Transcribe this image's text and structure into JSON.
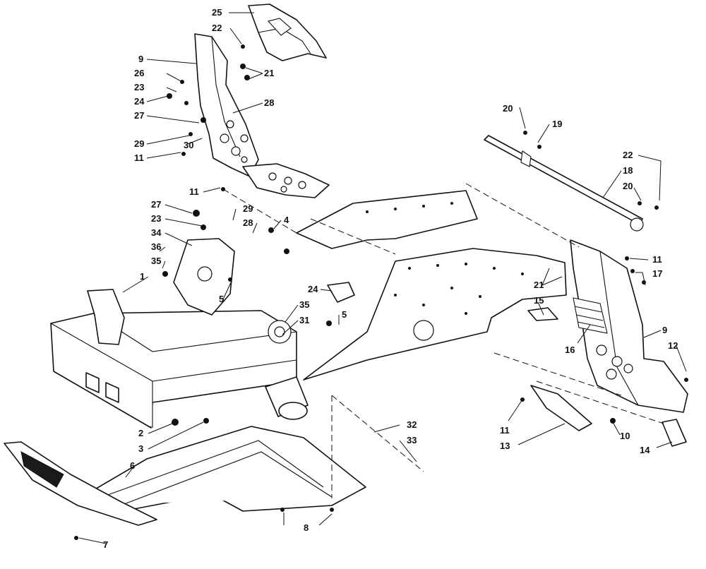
{
  "callouts": {
    "c1": "1",
    "c2": "2",
    "c3": "3",
    "c4": "4",
    "c5a": "5",
    "c5b": "5",
    "c6": "6",
    "c7": "7",
    "c8": "8",
    "c9a": "9",
    "c9b": "9",
    "c10": "10",
    "c11a": "11",
    "c11b": "11",
    "c11c": "11",
    "c11d": "11",
    "c12": "12",
    "c13": "13",
    "c14": "14",
    "c15": "15",
    "c16": "16",
    "c17": "17",
    "c18": "18",
    "c19": "19",
    "c20a": "20",
    "c20b": "20",
    "c21a": "21",
    "c21b": "21",
    "c22a": "22",
    "c22b": "22",
    "c23a": "23",
    "c23b": "23",
    "c24a": "24",
    "c24b": "24",
    "c25": "25",
    "c26": "26",
    "c27a": "27",
    "c27b": "27",
    "c28a": "28",
    "c28b": "28",
    "c29a": "29",
    "c29b": "29",
    "c30": "30",
    "c31": "31",
    "c32": "32",
    "c33": "33",
    "c34": "34",
    "c35a": "35",
    "c35b": "35",
    "c36": "36"
  }
}
